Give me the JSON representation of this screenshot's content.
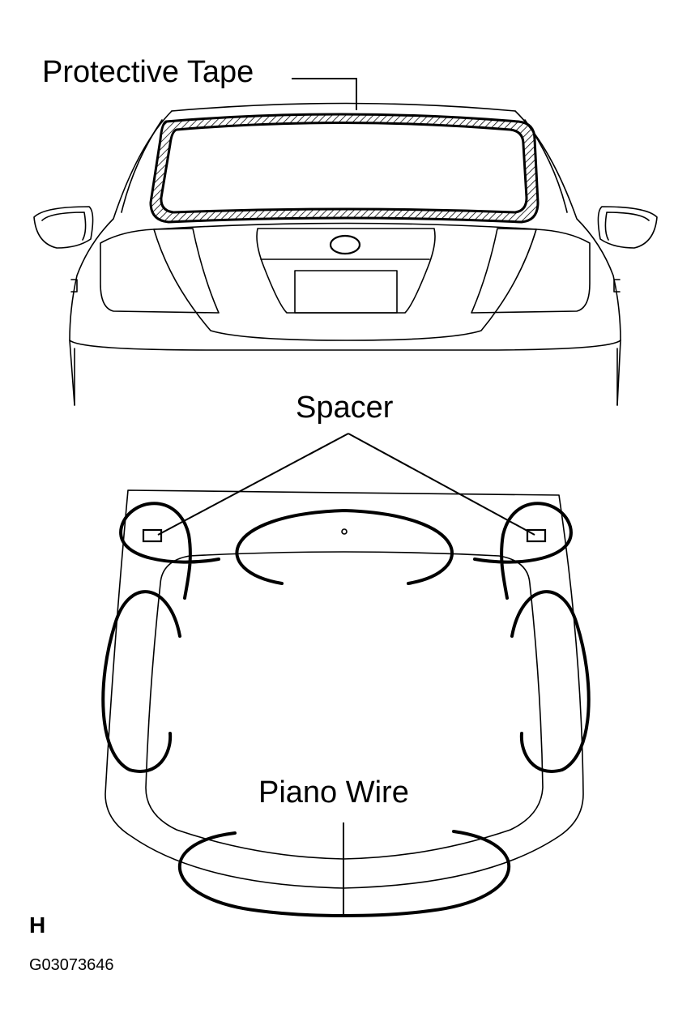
{
  "labels": {
    "protective_tape": "Protective Tape",
    "spacer": "Spacer",
    "piano_wire": "Piano Wire",
    "view_letter": "H",
    "figure_number": "G03073646"
  },
  "colors": {
    "line": "#000000",
    "background": "#ffffff"
  }
}
